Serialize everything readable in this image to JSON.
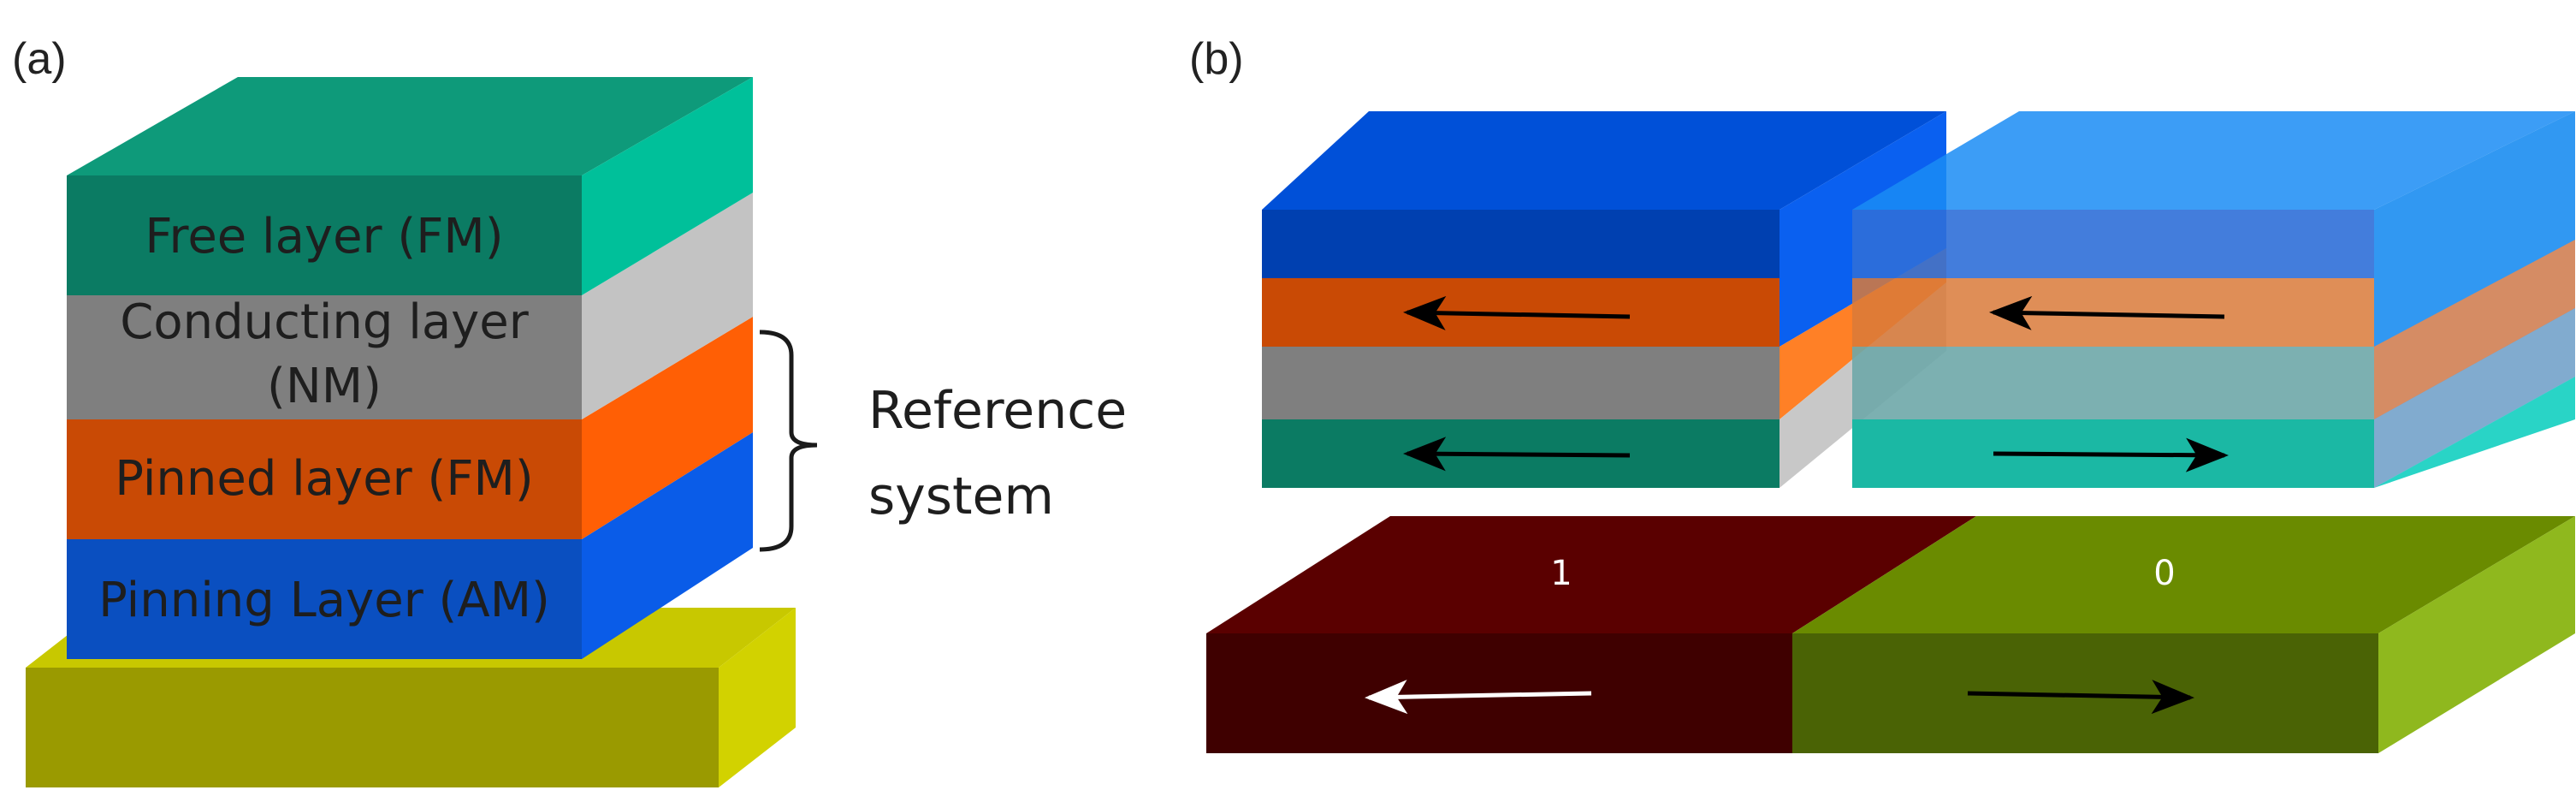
{
  "panel_a": {
    "label": "(a)",
    "layers": {
      "free": "Free layer (FM)",
      "conducting_line1": "Conducting layer",
      "conducting_line2": "(NM)",
      "pinned": "Pinned layer (FM)",
      "pinning": "Pinning Layer (AM)"
    },
    "reference_line1": "Reference",
    "reference_line2": "system"
  },
  "panel_b": {
    "label": "(b)",
    "bit_one": "1",
    "bit_zero": "0"
  },
  "colors": {
    "free_layer": "#0b7b63",
    "conducting_layer": "#7f7f7f",
    "pinned_layer": "#c94a05",
    "pinning_layer": "#0a4fc0",
    "substrate": "#9a9a00",
    "bit_one": "#3f0000",
    "bit_zero": "#4a6305"
  }
}
